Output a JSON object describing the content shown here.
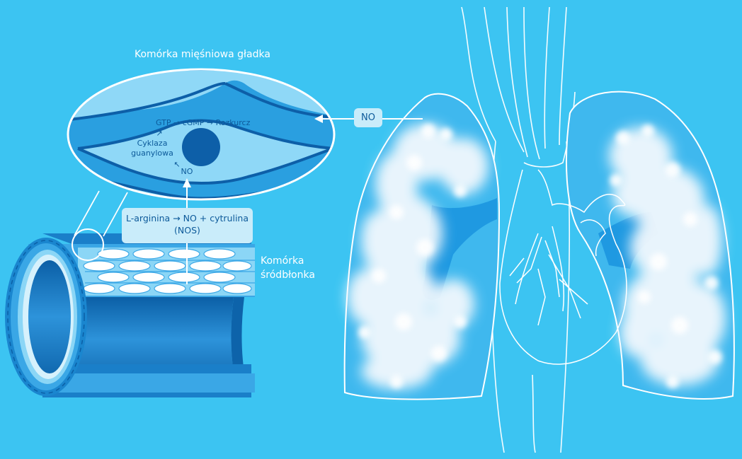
{
  "labels": {
    "smooth_muscle_cell": "Komórka mięśniowa gładka",
    "endothelial_cell_line1": "Komórka",
    "endothelial_cell_line2": "śródbłonka",
    "no_box": "NO",
    "reaction_line1": "L-arginina → NO + cytrulina",
    "reaction_line2": "(NOS)",
    "pathway": "GTP → cGMP → Rozkurcz",
    "arrow_up_small": "↗",
    "arrow_small_2": "↖",
    "enzyme_line1": "Cyklaza",
    "enzyme_line2": "guanylowa",
    "no_small": "NO"
  },
  "colors": {
    "background": "#3cc4f2",
    "vessel_dark": "#1d7fc6",
    "vessel_mid": "#2a9fe0",
    "cell_light": "#8fd8f7",
    "nucleus": "#0d5fa8",
    "text_dark": "#0d5a9a",
    "label_box": "#c9ecfa"
  }
}
